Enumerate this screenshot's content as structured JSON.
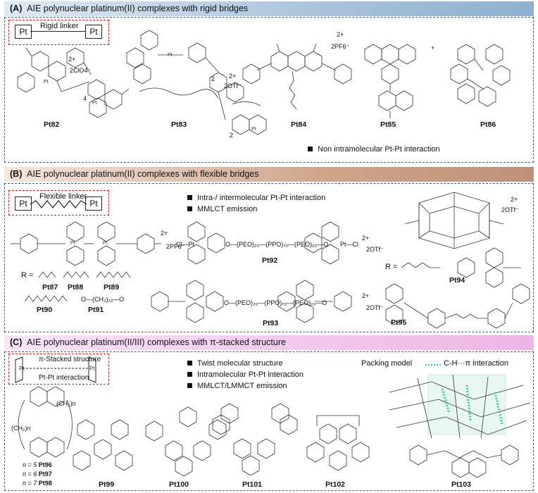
{
  "sectionA": {
    "letter": "(A)",
    "title": "AIE polynuclear platinum(II) complexes with rigid bridges",
    "schematic": {
      "left": "Pt",
      "right": "Pt",
      "linker": "Rigid linker"
    },
    "compounds": [
      "Pt82",
      "Pt83",
      "Pt84",
      "Pt85",
      "Pt86"
    ],
    "counterions": [
      "2ClO4⁻",
      "2OTf⁻",
      "2PF6⁻",
      "2+",
      "2+",
      "2+",
      "+"
    ],
    "repeat_numbers": [
      "4",
      "2",
      "2"
    ],
    "note": "Non intramolecular Pt-Pt interaction"
  },
  "sectionB": {
    "letter": "(B)",
    "title": "AIE polynuclear platinum(II) complexes with flexible bridges",
    "schematic": {
      "left": "Pt",
      "right": "Pt",
      "linker": "Flexible linker"
    },
    "bullets": [
      "Intra-/ intermolecular Pt-Pt interaction",
      "MMLCT emission"
    ],
    "r_label": "R =",
    "r_label2": "R =",
    "compounds": [
      "Pt87",
      "Pt88",
      "Pt89",
      "Pt90",
      "Pt91",
      "Pt92",
      "Pt93",
      "Pt94",
      "Pt95"
    ],
    "pt92_chain": "O—(PEO)₂₀—(PPO)₇₀—(PEO)₂₀—O",
    "pt93_chain": "O—(PEO)₂₀—(PPO)₇₀—(PEO)₂₀—O",
    "pt91_chain": "O—(CH₂)₁₀—O",
    "counterions": [
      "2PF6⁻",
      "2OTf⁻",
      "2OTf⁻",
      "2OTf⁻"
    ],
    "charges": [
      "2+",
      "2+",
      "2+",
      "2+"
    ]
  },
  "sectionC": {
    "letter": "(C)",
    "title": "AIE polynuclear platinum(II/III) complexes with π-stacked structure",
    "schematic": {
      "top": "π-Stacked structure",
      "bottom": "Pt-Pt interaction",
      "pt": "Pt"
    },
    "bullets": [
      "Twist molecular structure",
      "Intramolecular Pt-Pt interaction",
      "MMLCT/LMMCT emission"
    ],
    "packing_title": "Packing model",
    "interaction": "C-H···π interaction",
    "chain_left": "(CH₂)n",
    "chain_right": "(CH₂)n",
    "n_values": [
      {
        "n": "n = 5",
        "c": "Pt96"
      },
      {
        "n": "n = 6",
        "c": "Pt97"
      },
      {
        "n": "n = 7",
        "c": "Pt98"
      }
    ],
    "compounds": [
      "Pt99",
      "Pt100",
      "Pt101",
      "Pt102",
      "Pt103"
    ]
  },
  "colors": {
    "bandA": "#a9c3da",
    "bandB": "#cfa58c",
    "bandC": "#f2c6ee",
    "dashRed": "#e02020",
    "teal": "#3cc9a0"
  }
}
